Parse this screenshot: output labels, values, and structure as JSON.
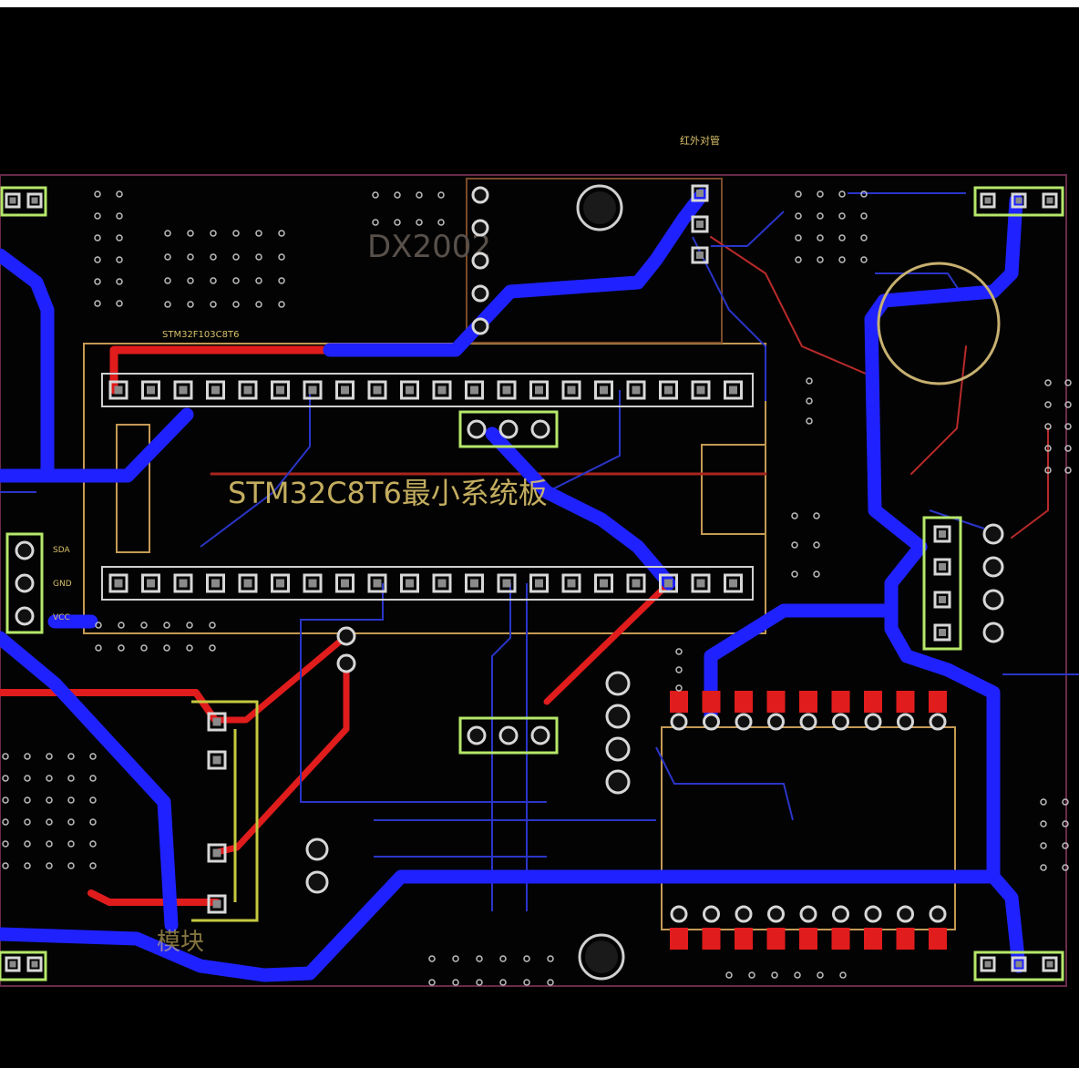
{
  "labels": {
    "dx2002": "DX2002",
    "stm32": "STM32C8T6最小系统板",
    "header_tiny": "STM32F103C8T6",
    "bottom_module": "模块",
    "top_tiny": "红外对管",
    "side_a": "SDA",
    "side_b": "GND",
    "side_c": "VCC"
  },
  "colors": {
    "background": "#000000",
    "board_bg": "#050505",
    "bottom_copper": "#1f22ff",
    "top_copper": "#e01c1c",
    "silkscreen": "#d8c06a",
    "outline": "#c7b070",
    "pad": "#d7d7d7",
    "connector": "#b6e86a"
  },
  "icons": {
    "mount_hole": "mount-hole-icon",
    "pad": "pad-icon"
  }
}
